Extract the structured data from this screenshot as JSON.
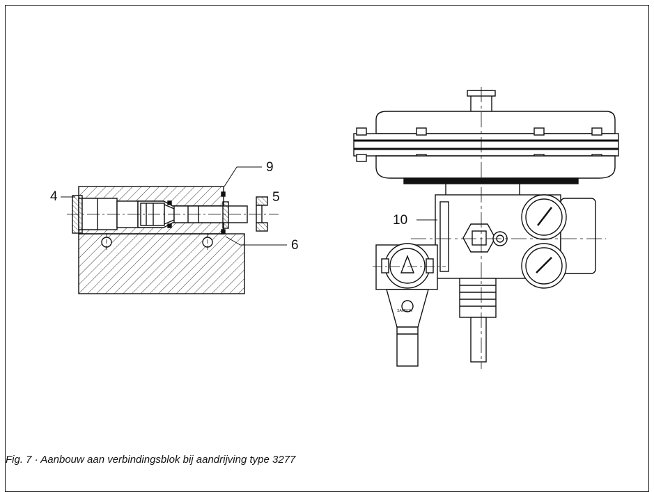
{
  "figure": {
    "caption": "Fig. 7 · Aanbouw aan verbindingsblok bij aandrijving type 3277",
    "callouts": {
      "c4": "4",
      "c5": "5",
      "c6": "6",
      "c9": "9",
      "c10": "10"
    },
    "filter_text": "SAMSON"
  }
}
